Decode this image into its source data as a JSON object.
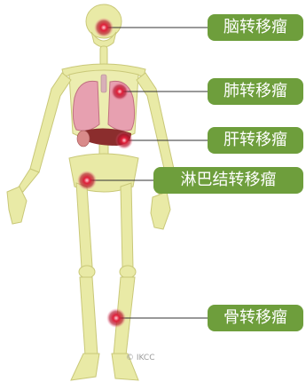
{
  "labels": {
    "brain": "脑转移瘤",
    "lung": "肺转移瘤",
    "liver": "肝转移瘤",
    "lymph": "淋巴结转移瘤",
    "bone": "骨转移瘤"
  },
  "credit": "© IKCC",
  "colors": {
    "label_bg": "#6e9e3c",
    "bone": "#e9eaa6",
    "bone_edge": "#c9c878",
    "lung": "#e7a0b0",
    "kidney": "#d98a8a",
    "liver": "#8b2d2d",
    "tumor": "#c8142b",
    "line": "#333333"
  }
}
